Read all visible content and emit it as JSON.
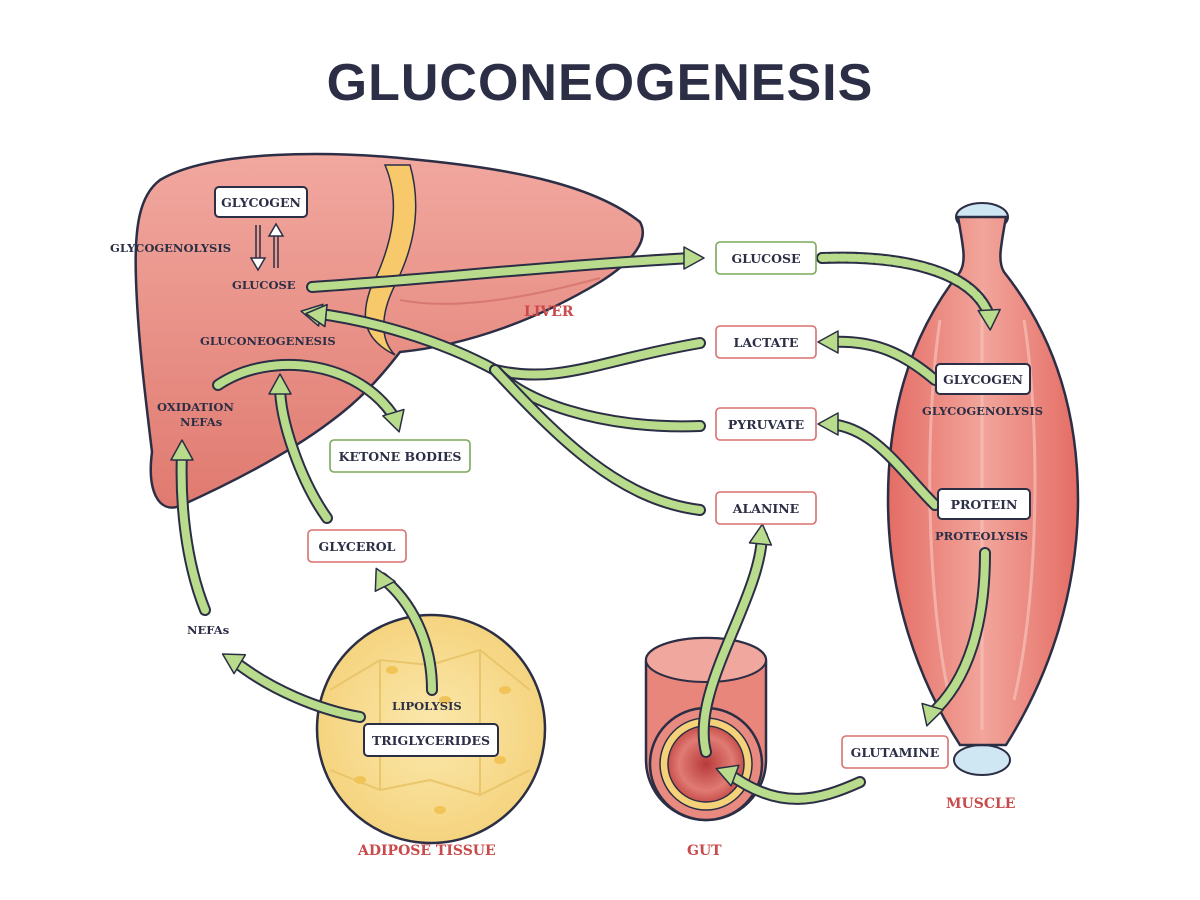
{
  "title": "GLUCONEOGENESIS",
  "organs": {
    "liver": "LIVER",
    "muscle": "MUSCLE",
    "adipose": "ADIPOSE TISSUE",
    "gut": "GUT"
  },
  "liver_labels": {
    "glycogen": "GLYCOGEN",
    "glycogenolysis": "GLYCOGENOLYSIS",
    "glucose": "GLUCOSE",
    "gluconeogenesis": "GLUCONEOGENESIS",
    "oxidation": "OXIDATION",
    "nefas_inner": "NEFAs",
    "ketone_bodies": "KETONE BODIES"
  },
  "metabolites": {
    "glucose": "GLUCOSE",
    "lactate": "LACTATE",
    "pyruvate": "PYRUVATE",
    "alanine": "ALANINE",
    "glycerol": "GLYCEROL",
    "nefas": "NEFAs",
    "glutamine": "GLUTAMINE"
  },
  "muscle_labels": {
    "glycogen": "GLYCOGEN",
    "glycogenolysis": "GLYCOGENOLYSIS",
    "protein": "PROTEIN",
    "proteolysis": "PROTEOLYSIS"
  },
  "adipose_labels": {
    "lipolysis": "LIPOLYSIS",
    "triglycerides": "TRIGLYCERIDES"
  },
  "colors": {
    "title": "#2b2e45",
    "liver": "#e8877d",
    "muscle": "#e98d82",
    "adipose": "#f7dc8f",
    "arrow": "#b9dc8c",
    "organ_label": "#c94a4a"
  }
}
